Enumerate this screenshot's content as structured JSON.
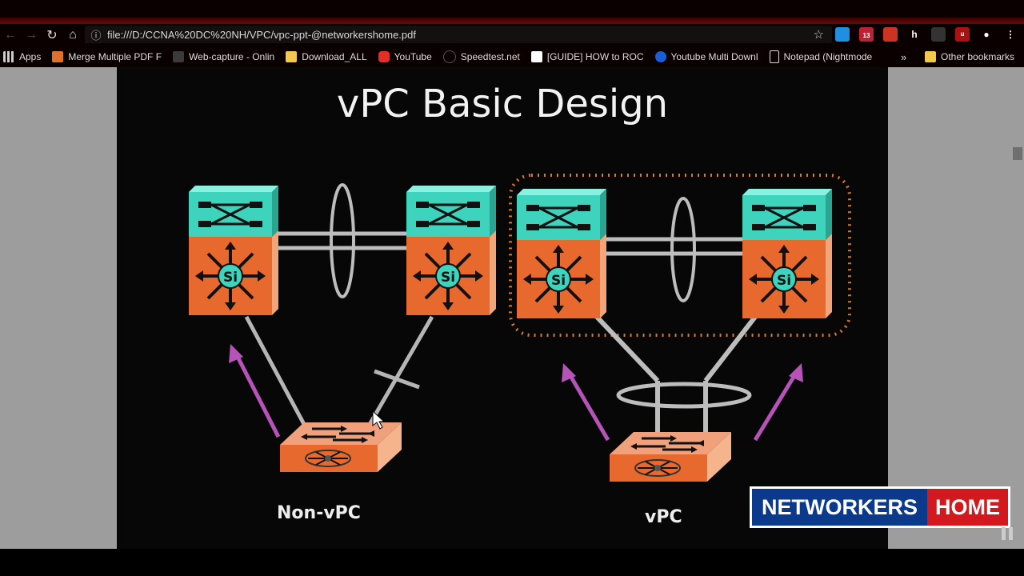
{
  "browser": {
    "url": "file:///D:/CCNA%20DC%20NH/VPC/vpc-ppt-@networkershome.pdf",
    "extension_badge": "13"
  },
  "bookmarks": [
    {
      "label": "Apps",
      "icon": "apps-grid-icon",
      "color": "#e8e8e8"
    },
    {
      "label": "Merge Multiple PDF F",
      "icon": "pdf-merge-icon",
      "color": "#e0702a"
    },
    {
      "label": "Web-capture - Onlin",
      "icon": "web-capture-icon",
      "color": "#3a3a3a"
    },
    {
      "label": "Download_ALL",
      "icon": "folder-icon",
      "color": "#f2c94c"
    },
    {
      "label": "YouTube",
      "icon": "youtube-icon",
      "color": "#e52d27"
    },
    {
      "label": "Speedtest.net",
      "icon": "speedtest-icon",
      "color": "#222"
    },
    {
      "label": "[GUIDE] HOW to ROC",
      "icon": "page-icon",
      "color": "#fff"
    },
    {
      "label": "Youtube Multi Downl",
      "icon": "downloader-icon",
      "color": "#1a5dd8"
    },
    {
      "label": "Notepad (Nightmode",
      "icon": "document-icon",
      "color": "#ddd"
    }
  ],
  "other_bookmarks": "Other bookmarks",
  "slide": {
    "title": "vPC Basic Design",
    "label_left": "Non-vPC",
    "label_right": "vPC"
  },
  "brand": {
    "left": "NETWORKERS",
    "right": "HOME"
  },
  "colors": {
    "switch_top": "#3ed3bd",
    "switch_body": "#e8692e",
    "arrow": "#b553b8",
    "link": "#bdbdbd"
  }
}
